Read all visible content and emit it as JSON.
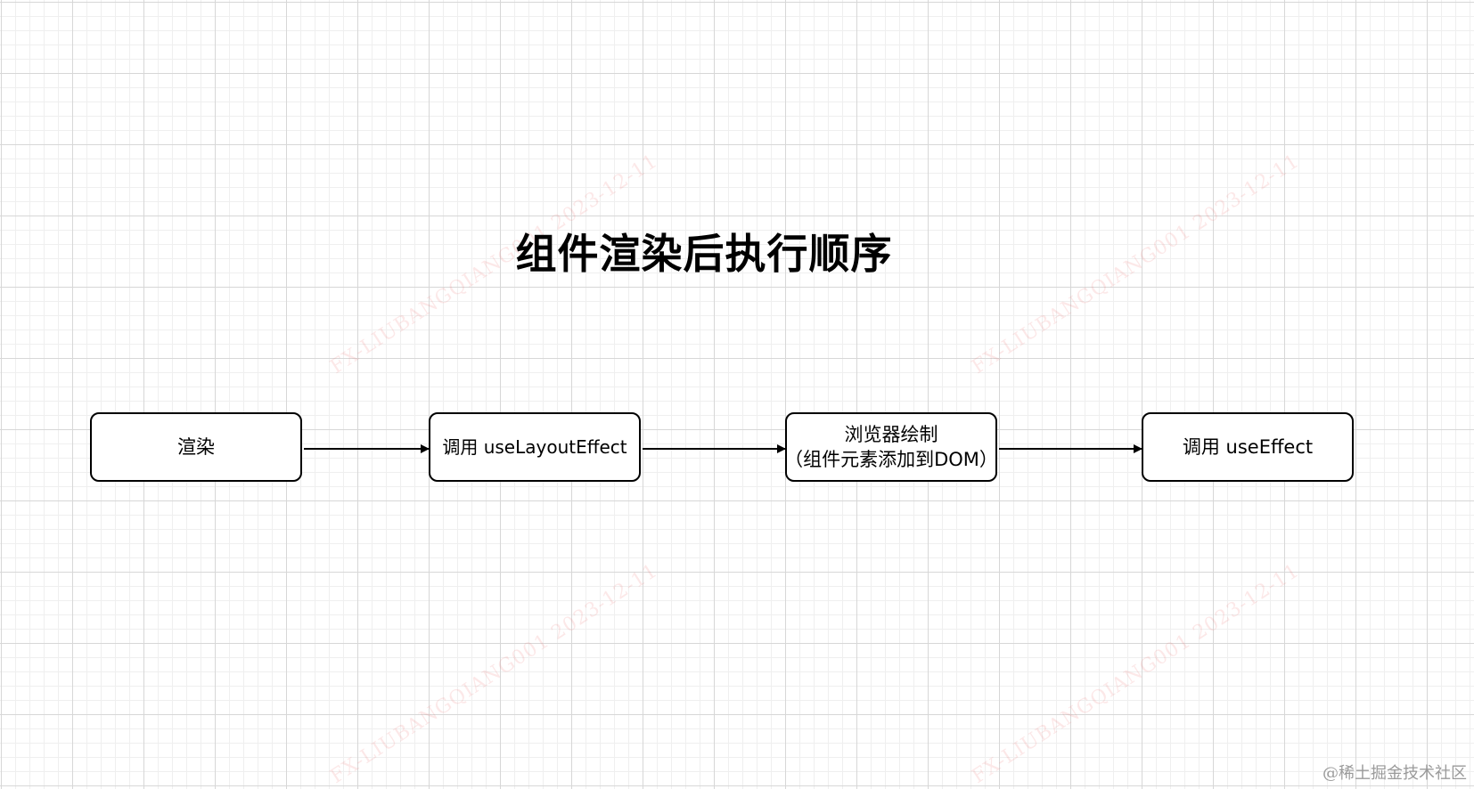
{
  "title": "组件渲染后执行顺序",
  "nodes": [
    {
      "id": "render",
      "lines": [
        "渲染"
      ]
    },
    {
      "id": "call-use-layout-effect",
      "lines": [
        "调用 useLayoutEffect"
      ]
    },
    {
      "id": "browser-paint",
      "lines": [
        "浏览器绘制",
        "（组件元素添加到DOM）"
      ]
    },
    {
      "id": "call-use-effect",
      "lines": [
        "调用 useEffect"
      ]
    }
  ],
  "edges": [
    {
      "from": "render",
      "to": "call-use-layout-effect"
    },
    {
      "from": "call-use-layout-effect",
      "to": "browser-paint"
    },
    {
      "from": "browser-paint",
      "to": "call-use-effect"
    }
  ],
  "watermark": "FX-LIUBANGQIANG001 2023-12-11",
  "credit": "@稀土掘金技术社区",
  "colors": {
    "stroke": "#000000",
    "text": "#000000",
    "background": "#ffffff",
    "grid_major": "#d7d7d7",
    "grid_minor": "#efefef"
  }
}
